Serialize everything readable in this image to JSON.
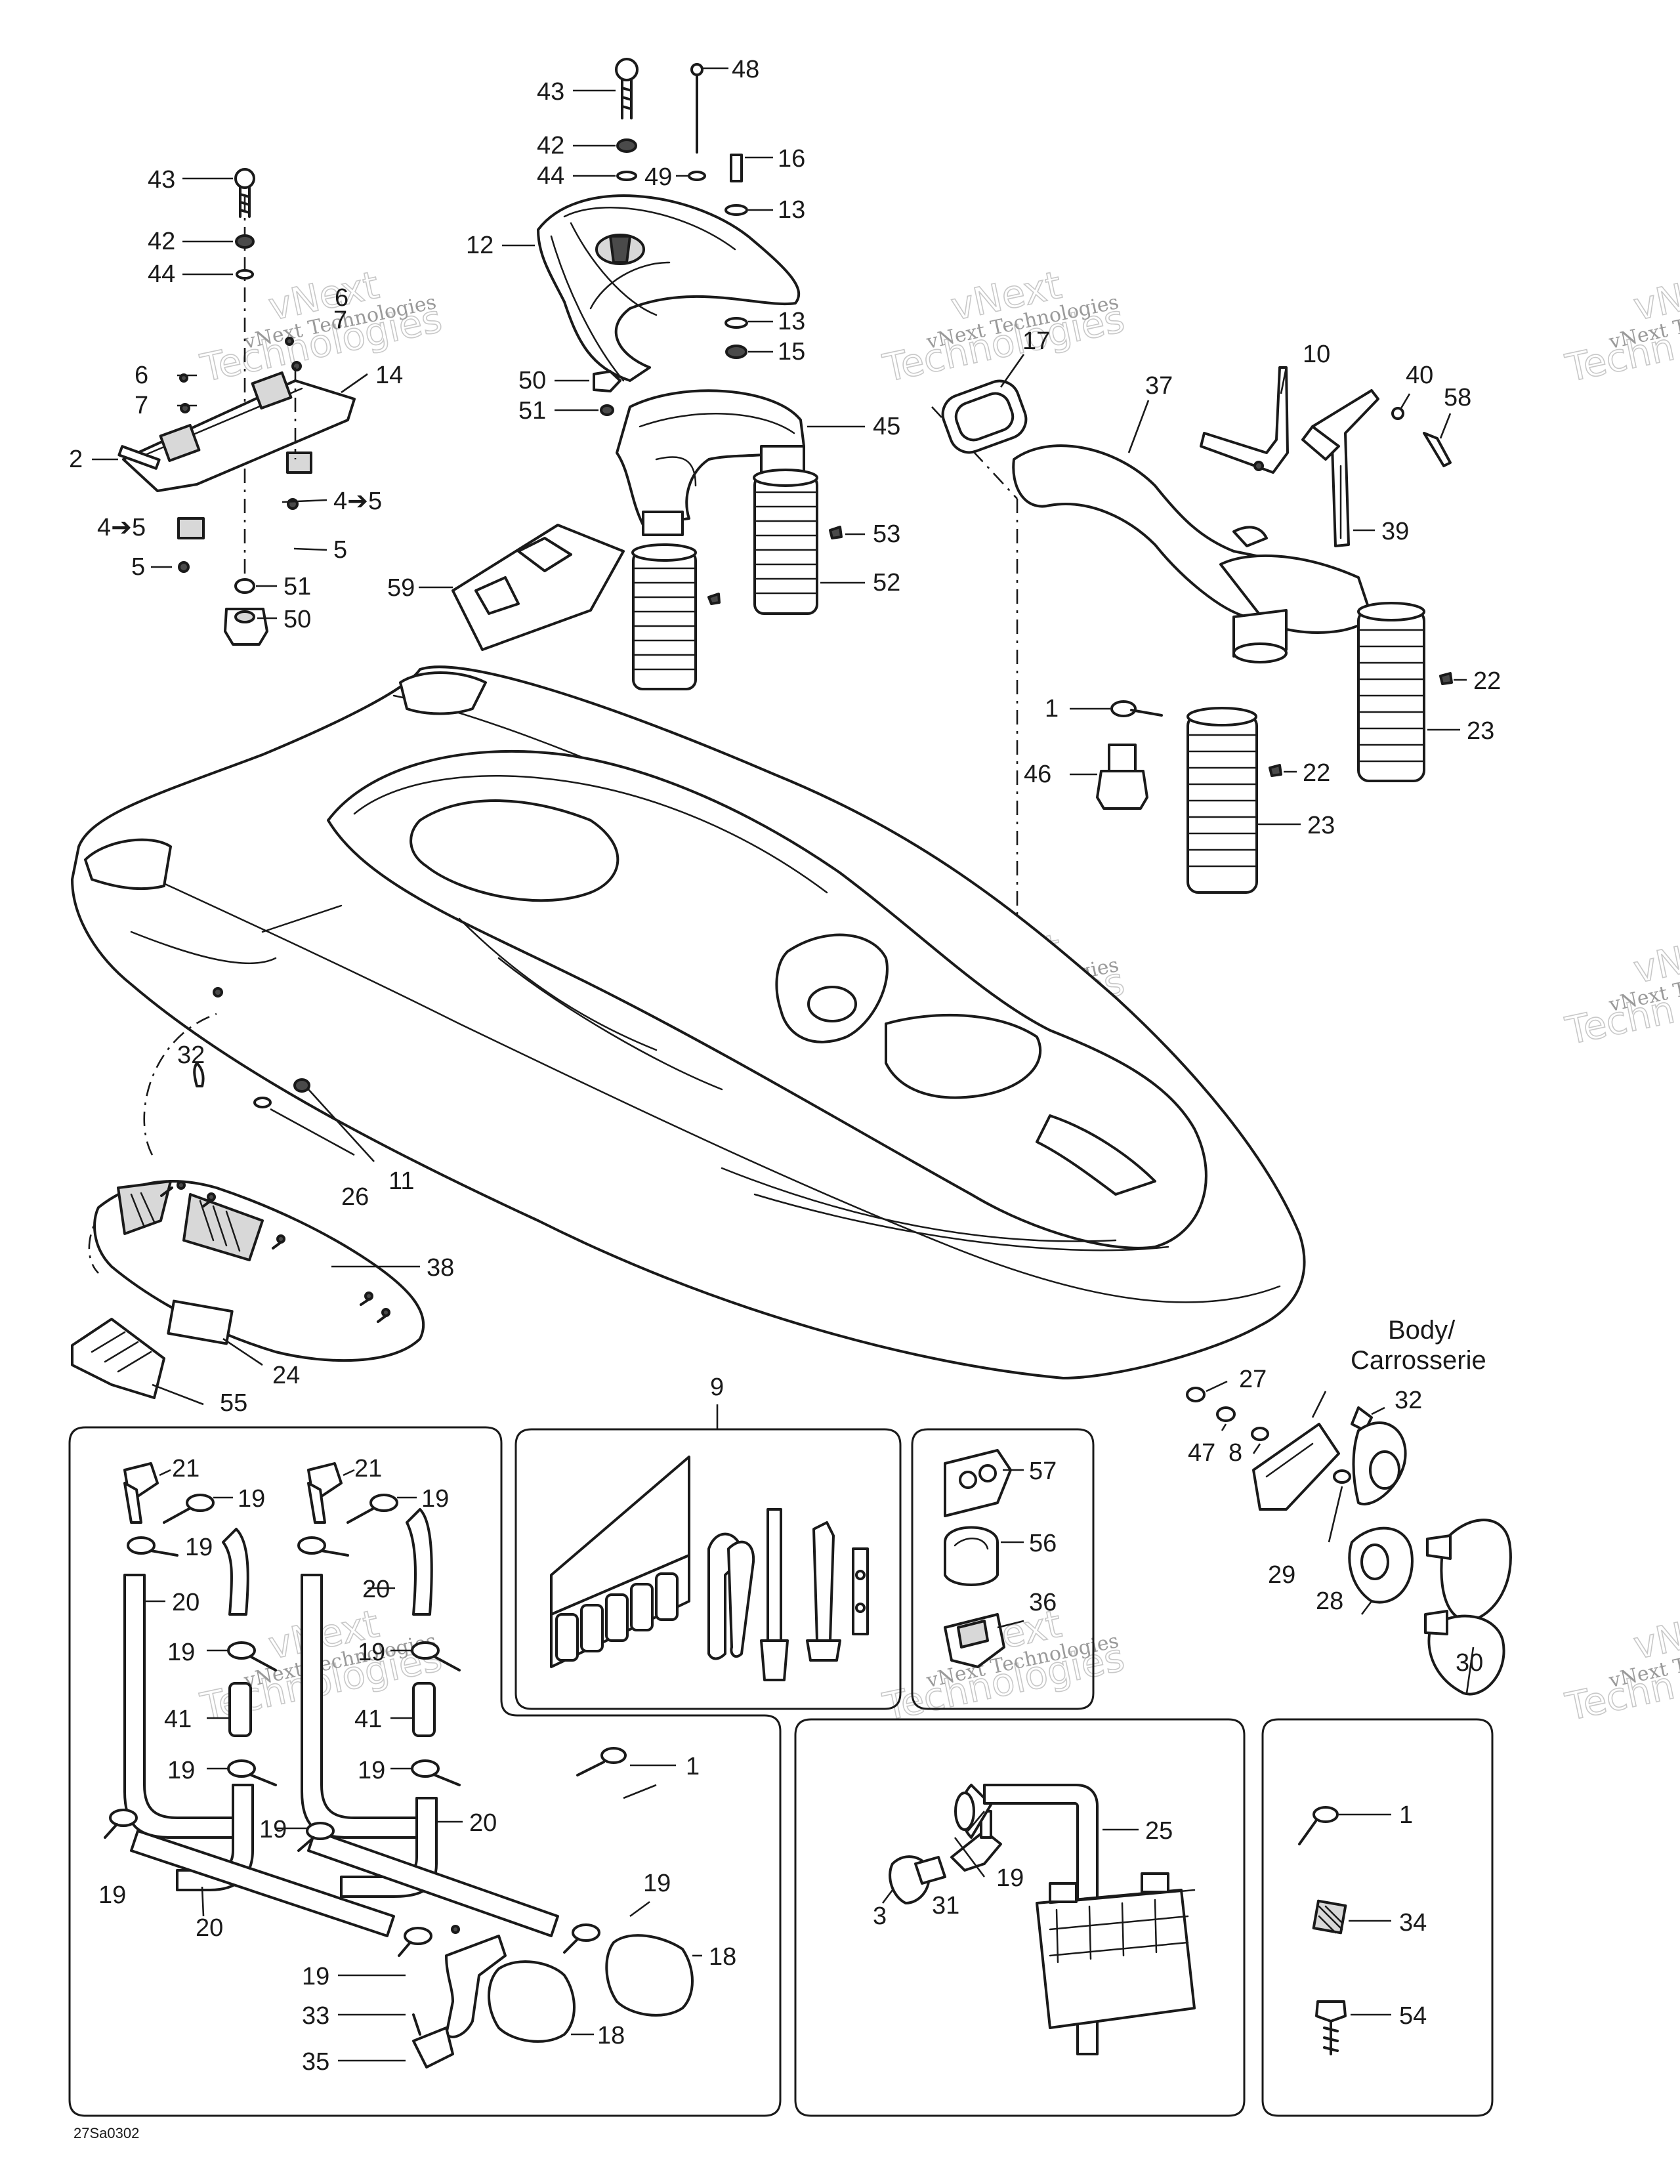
{
  "diagram": {
    "callouts": [
      {
        "id": "c43a",
        "text": "43"
      },
      {
        "id": "c42a",
        "text": "42"
      },
      {
        "id": "c44a",
        "text": "44"
      },
      {
        "id": "c6a",
        "text": "6"
      },
      {
        "id": "c7a",
        "text": "7"
      },
      {
        "id": "c6b",
        "text": "6"
      },
      {
        "id": "c7b",
        "text": "7"
      },
      {
        "id": "c14",
        "text": "14"
      },
      {
        "id": "c2",
        "text": "2"
      },
      {
        "id": "c45a",
        "text": "4➔5"
      },
      {
        "id": "c5a",
        "text": "5"
      },
      {
        "id": "c45b",
        "text": "4➔5"
      },
      {
        "id": "c5b",
        "text": "5"
      },
      {
        "id": "c51a",
        "text": "51"
      },
      {
        "id": "c50a",
        "text": "50"
      },
      {
        "id": "c43b",
        "text": "43"
      },
      {
        "id": "c48",
        "text": "48"
      },
      {
        "id": "c42b",
        "text": "42"
      },
      {
        "id": "c16",
        "text": "16"
      },
      {
        "id": "c44b",
        "text": "44"
      },
      {
        "id": "c49",
        "text": "49"
      },
      {
        "id": "c13a",
        "text": "13"
      },
      {
        "id": "c12",
        "text": "12"
      },
      {
        "id": "c13b",
        "text": "13"
      },
      {
        "id": "c15",
        "text": "15"
      },
      {
        "id": "c50b",
        "text": "50"
      },
      {
        "id": "c51b",
        "text": "51"
      },
      {
        "id": "c45",
        "text": "45"
      },
      {
        "id": "c53",
        "text": "53"
      },
      {
        "id": "c59",
        "text": "59"
      },
      {
        "id": "c52",
        "text": "52"
      },
      {
        "id": "c17",
        "text": "17"
      },
      {
        "id": "c37",
        "text": "37"
      },
      {
        "id": "c10",
        "text": "10"
      },
      {
        "id": "c40",
        "text": "40"
      },
      {
        "id": "c58",
        "text": "58"
      },
      {
        "id": "c39",
        "text": "39"
      },
      {
        "id": "c22a",
        "text": "22"
      },
      {
        "id": "c23a",
        "text": "23"
      },
      {
        "id": "c1a",
        "text": "1"
      },
      {
        "id": "c46",
        "text": "46"
      },
      {
        "id": "c22b",
        "text": "22"
      },
      {
        "id": "c23b",
        "text": "23"
      },
      {
        "id": "c32a",
        "text": "32"
      },
      {
        "id": "c11",
        "text": "11"
      },
      {
        "id": "c26",
        "text": "26"
      },
      {
        "id": "c38",
        "text": "38"
      },
      {
        "id": "c24",
        "text": "24"
      },
      {
        "id": "c55",
        "text": "55"
      },
      {
        "id": "c9",
        "text": "9"
      },
      {
        "id": "c27",
        "text": "27"
      },
      {
        "id": "c32b",
        "text": "32"
      },
      {
        "id": "c47",
        "text": "47"
      },
      {
        "id": "c8",
        "text": "8"
      },
      {
        "id": "c29",
        "text": "29"
      },
      {
        "id": "c28",
        "text": "28"
      },
      {
        "id": "c30",
        "text": "30"
      },
      {
        "id": "c57",
        "text": "57"
      },
      {
        "id": "c56",
        "text": "56"
      },
      {
        "id": "c36",
        "text": "36"
      },
      {
        "id": "c21a",
        "text": "21"
      },
      {
        "id": "c19a",
        "text": "19"
      },
      {
        "id": "c21b",
        "text": "21"
      },
      {
        "id": "c19b",
        "text": "19"
      },
      {
        "id": "c19c",
        "text": "19"
      },
      {
        "id": "c20a",
        "text": "20"
      },
      {
        "id": "c20b",
        "text": "20"
      },
      {
        "id": "c19d",
        "text": "19"
      },
      {
        "id": "c19e",
        "text": "19"
      },
      {
        "id": "c41a",
        "text": "41"
      },
      {
        "id": "c41b",
        "text": "41"
      },
      {
        "id": "c19f",
        "text": "19"
      },
      {
        "id": "c19g",
        "text": "19"
      },
      {
        "id": "c20c",
        "text": "20"
      },
      {
        "id": "c19h",
        "text": "19"
      },
      {
        "id": "c19i",
        "text": "19"
      },
      {
        "id": "c19j",
        "text": "19"
      },
      {
        "id": "c20d",
        "text": "20"
      },
      {
        "id": "c18a",
        "text": "18"
      },
      {
        "id": "c19k",
        "text": "19"
      },
      {
        "id": "c33",
        "text": "33"
      },
      {
        "id": "c18b",
        "text": "18"
      },
      {
        "id": "c35",
        "text": "35"
      },
      {
        "id": "c1b",
        "text": "1"
      },
      {
        "id": "c25",
        "text": "25"
      },
      {
        "id": "c19l",
        "text": "19"
      },
      {
        "id": "c31",
        "text": "31"
      },
      {
        "id": "c3",
        "text": "3"
      },
      {
        "id": "c1c",
        "text": "1"
      },
      {
        "id": "c34",
        "text": "34"
      },
      {
        "id": "c54",
        "text": "54"
      }
    ],
    "body_label_line1": "Body/",
    "body_label_line2": "Carrosserie",
    "watermark_line1": "vNext Technologies",
    "watermark_line2": "vNext",
    "watermark_line3": "Technologies",
    "watermark_right_line1": "vNext Te",
    "watermark_right_line2": "vNext",
    "watermark_right_line3": "Techn",
    "drawing_code": "27Sa0302",
    "colors": {
      "ink": "#1a1a1a",
      "watermark": "#9a9a9a",
      "background": "#ffffff"
    }
  }
}
